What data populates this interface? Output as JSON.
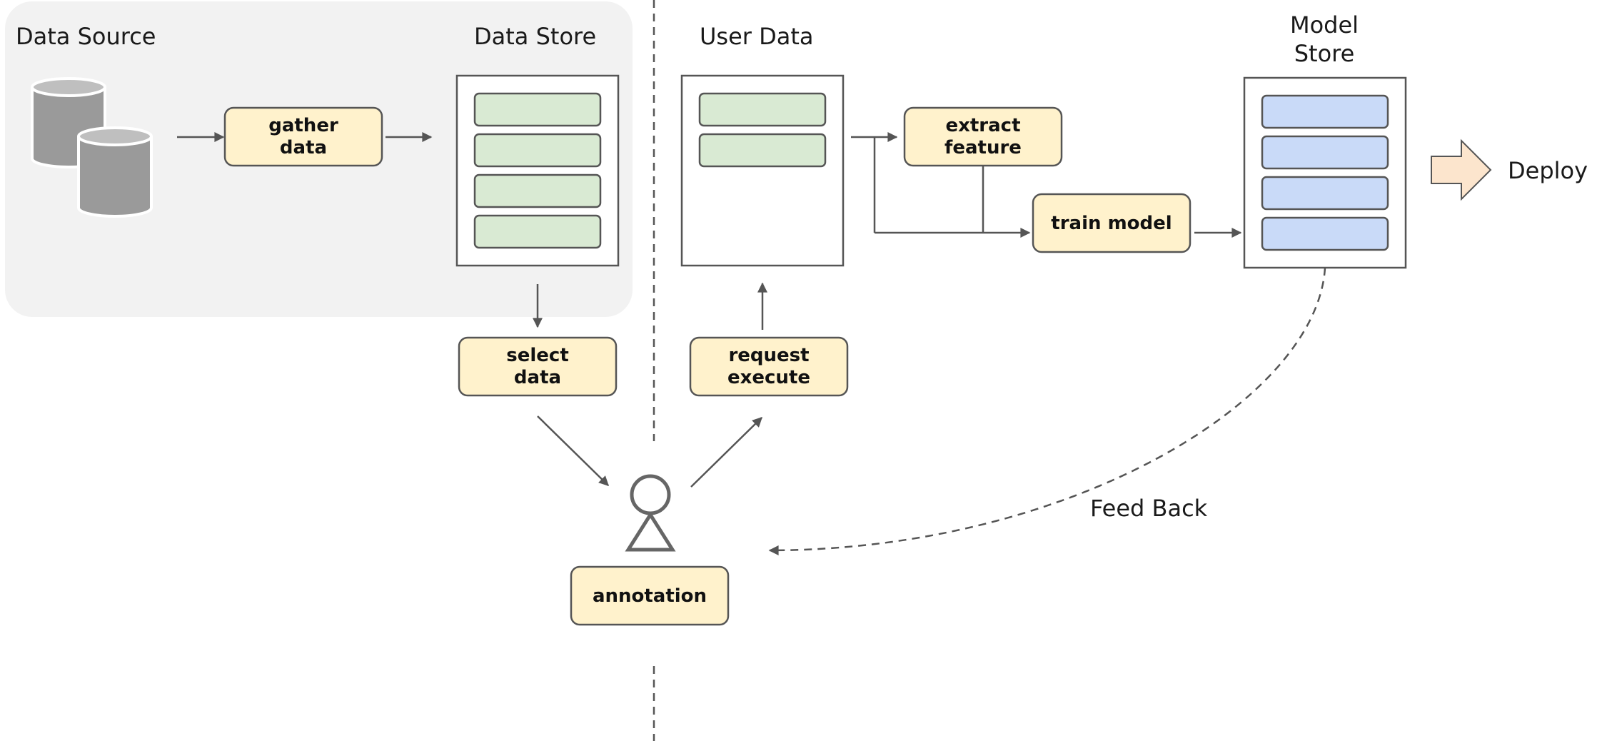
{
  "labels": {
    "data_source": "Data Source",
    "data_store": "Data Store",
    "user_data": "User Data",
    "model_store_line1": "Model",
    "model_store_line2": "Store",
    "deploy": "Deploy",
    "feed_back": "Feed Back"
  },
  "processes": {
    "gather_data": [
      "gather",
      "data"
    ],
    "select_data": [
      "select",
      "data"
    ],
    "request_execute": [
      "request",
      "execute"
    ],
    "extract_feature": [
      "extract",
      "feature"
    ],
    "train_model": [
      "train model"
    ],
    "annotation": [
      "annotation"
    ]
  },
  "colors": {
    "process_fill": "#fff2cc",
    "store_slot_green": "#d9ead3",
    "store_slot_blue": "#c9daf8",
    "deploy_arrow": "#fce5cd",
    "database": "#9a9a9a",
    "source_region": "#f2f2f2",
    "stroke": "#555555"
  },
  "icons": {
    "database": "database-icon",
    "person": "person-icon",
    "deploy": "block-arrow-right-icon"
  }
}
